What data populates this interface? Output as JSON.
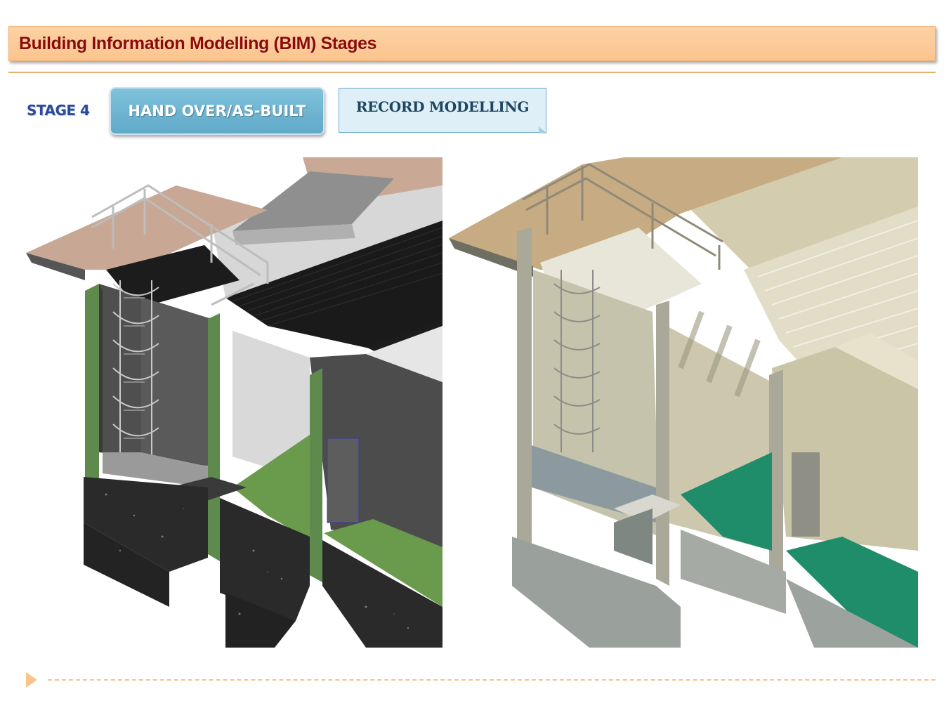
{
  "slide": {
    "title": "Building Information Modelling (BIM) Stages"
  },
  "stage": {
    "label": "STAGE 4",
    "primary_button": "HAND OVER/AS-BUILT",
    "secondary_button": "RECORD MODELLING"
  },
  "colors": {
    "title_bar": "#fbc48d",
    "title_text": "#8b0a0a",
    "stage_label": "#2c4a9a",
    "primary_button": "#6cb4d2",
    "secondary_button": "#dfeff8",
    "accent_line": "#f4c48f"
  },
  "images": {
    "left": "bim-model-section-left",
    "right": "bim-model-rendered-right"
  },
  "footer": {
    "icon": "triangle-arrow-icon"
  }
}
